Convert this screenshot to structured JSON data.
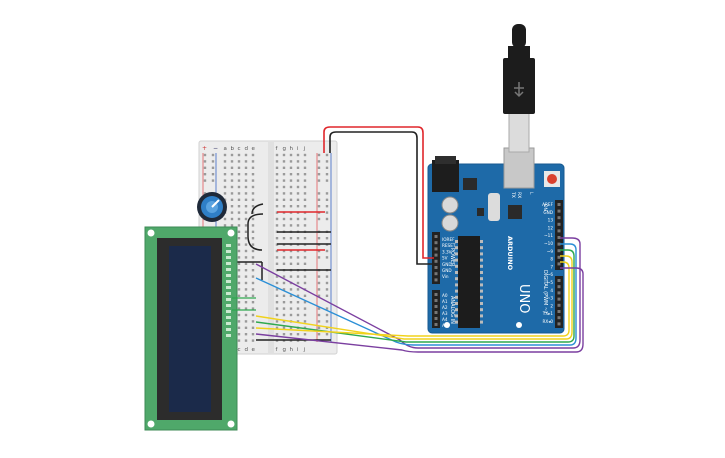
{
  "breadboard": {
    "rail_plus": "+",
    "rail_minus": "−",
    "cols_left": [
      "a",
      "b",
      "c",
      "d",
      "e"
    ],
    "cols_right": [
      "f",
      "g",
      "h",
      "i",
      "j"
    ]
  },
  "arduino": {
    "brand": "ARDUINO",
    "model": "UNO",
    "digital_label": "DIGITAL (PWM ~)",
    "power_label": "POWER",
    "analog_label": "ANALOG IN",
    "tx": "TX",
    "rx": "RX",
    "l": "L",
    "on": "ON",
    "power_pins": [
      "IOREF",
      "RESET",
      "3.3V",
      "5V",
      "GND",
      "GND",
      "Vin"
    ],
    "analog_pins": [
      "A0",
      "A1",
      "A2",
      "A3",
      "A4",
      "A5"
    ],
    "digital_pins": [
      "AREF",
      "GND",
      "13",
      "12",
      "~11",
      "~10",
      "~9",
      "8",
      "7",
      "~6",
      "~5",
      "4",
      "~3",
      "2",
      "TX▸1",
      "RX◂0"
    ]
  },
  "colors": {
    "wire_red": "#e0262b",
    "wire_black": "#222222",
    "wire_purple": "#7b3fa0",
    "wire_blue": "#2b8fd6",
    "wire_yellow": "#f0d21c",
    "wire_green": "#2fa84f",
    "arduino_blue": "#1e6aa8",
    "lcd_green": "#4fa86a",
    "lcd_screen": "#1b2a4a"
  }
}
